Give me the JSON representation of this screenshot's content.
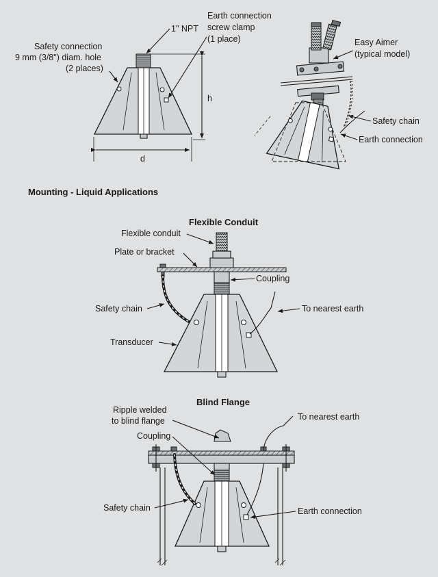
{
  "top_left": {
    "safety_connection": [
      "Safety connection",
      "9 mm (3/8\") diam. hole",
      "(2 places)"
    ],
    "npt": "1\" NPT",
    "earth_clamp": [
      "Earth connection",
      "screw clamp",
      "(1 place)"
    ],
    "h": "h",
    "d": "d"
  },
  "top_right": {
    "easy_aimer": [
      "Easy Aimer",
      "(typical model)"
    ],
    "safety_chain": "Safety chain",
    "earth_connection": "Earth connection"
  },
  "section_title": "Mounting - Liquid Applications",
  "flexible": {
    "title": "Flexible Conduit",
    "flexible_conduit": "Flexible conduit",
    "plate": "Plate or bracket",
    "coupling": "Coupling",
    "safety_chain": "Safety chain",
    "to_earth": "To nearest earth",
    "transducer": "Transducer"
  },
  "blind": {
    "title": "Blind Flange",
    "ripple": [
      "Ripple welded",
      "to blind flange"
    ],
    "to_earth": "To nearest earth",
    "coupling": "Coupling",
    "safety_chain": "Safety chain",
    "earth_connection": "Earth connection"
  }
}
